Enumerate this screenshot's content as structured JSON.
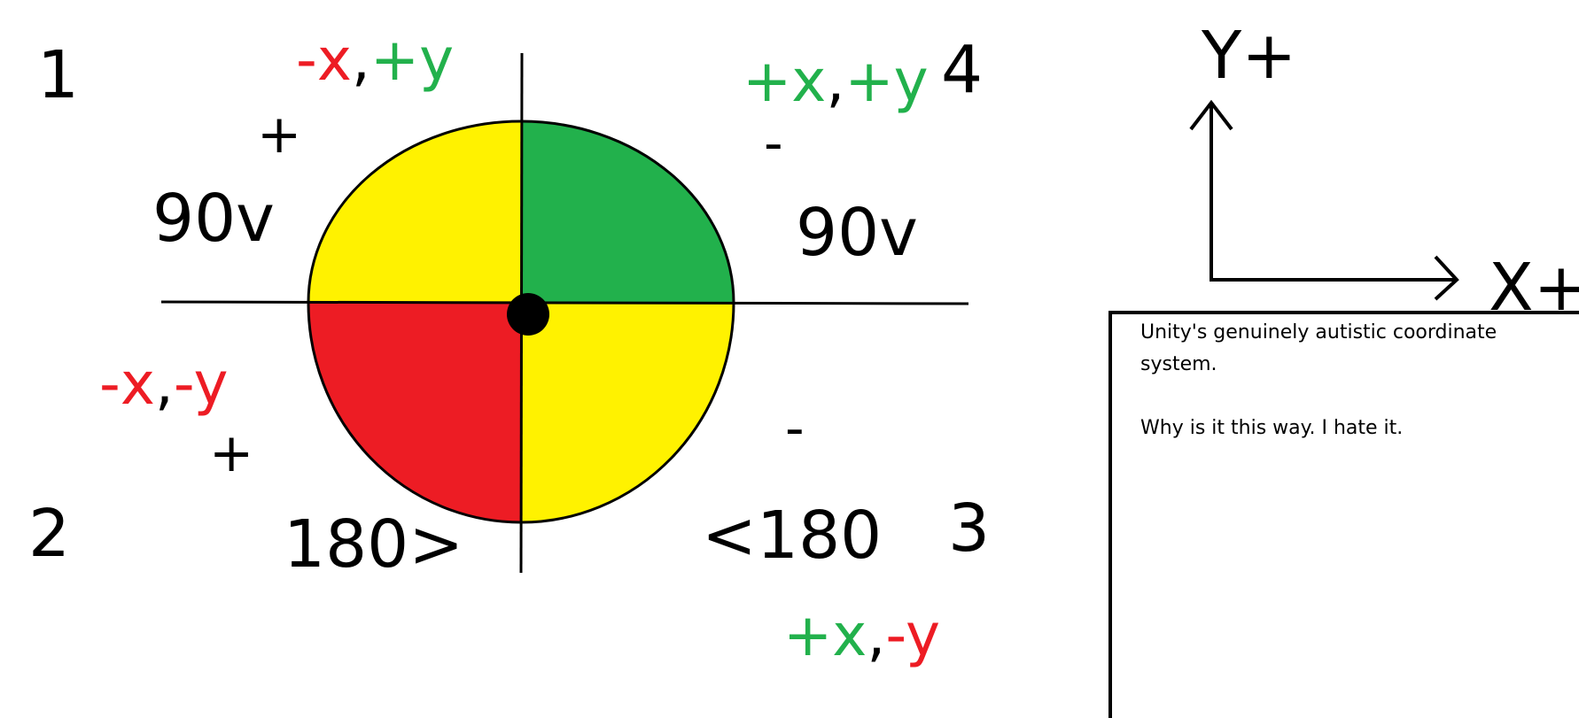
{
  "quadrants": {
    "q1": {
      "number": "1",
      "sign": "+",
      "angle": "90v",
      "coord_x": "-x",
      "coord_comma": ",",
      "coord_y": "+y"
    },
    "q2": {
      "number": "2",
      "sign": "+",
      "angle": "180>",
      "coord_x": "-x",
      "coord_comma": ",",
      "coord_y": "-y"
    },
    "q3": {
      "number": "3",
      "sign": "-",
      "angle": "<180",
      "coord_x": "+x",
      "coord_comma": ",",
      "coord_y": "-y"
    },
    "q4": {
      "number": "4",
      "sign": "-",
      "angle": "90v",
      "coord_x": "+x",
      "coord_comma": ",",
      "coord_y": "+y"
    }
  },
  "axes": {
    "y_label": "Y+",
    "x_label": "X+"
  },
  "note": {
    "line1": "Unity's genuinely autistic coordinate system.",
    "line2": "Why is it this way. I hate it."
  },
  "colors": {
    "positive": "#22b14c",
    "negative": "#ed1c24",
    "neutral": "#fff200",
    "outline": "#000000"
  }
}
